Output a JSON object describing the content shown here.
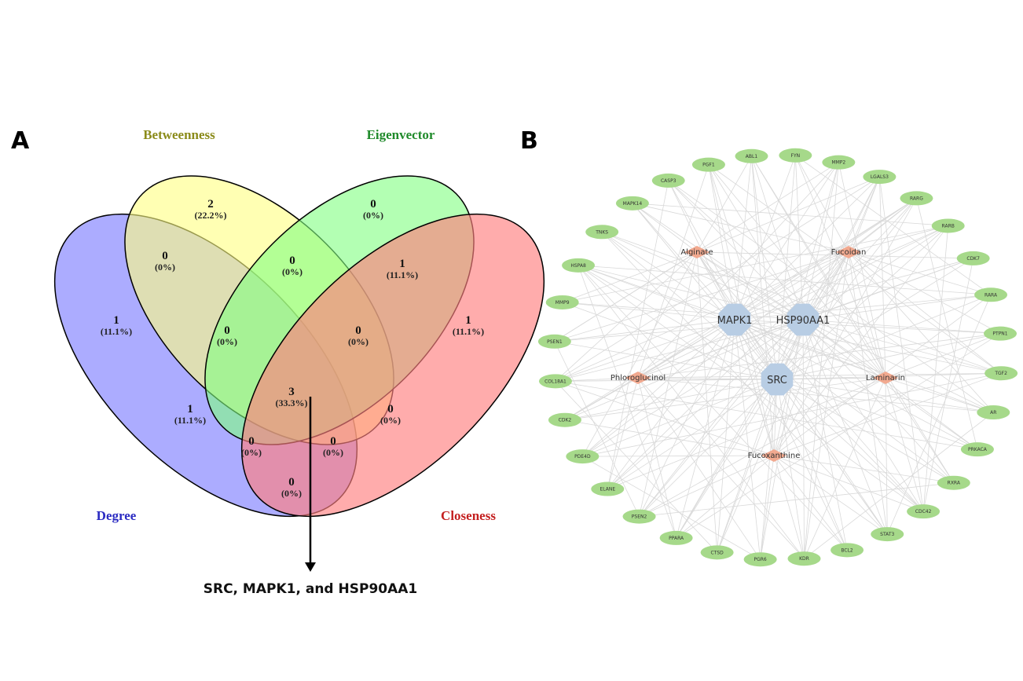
{
  "panels": {
    "a_label": "A",
    "b_label": "B"
  },
  "venn": {
    "sets": [
      {
        "name": "Degree",
        "color": "#2b2bc2",
        "fill": "#8080ff"
      },
      {
        "name": "Betweenness",
        "color": "#8b8b1a",
        "fill": "#ffff80"
      },
      {
        "name": "Eigenvector",
        "color": "#1f8a2a",
        "fill": "#80ff80"
      },
      {
        "name": "Closeness",
        "color": "#c42020",
        "fill": "#ff8080"
      }
    ],
    "regions": [
      {
        "id": "D_only",
        "sets": [
          "Degree"
        ],
        "count": "1",
        "percent": "(11.1%)"
      },
      {
        "id": "B_only",
        "sets": [
          "Betweenness"
        ],
        "count": "2",
        "percent": "(22.2%)"
      },
      {
        "id": "E_only",
        "sets": [
          "Eigenvector"
        ],
        "count": "0",
        "percent": "(0%)"
      },
      {
        "id": "C_only",
        "sets": [
          "Closeness"
        ],
        "count": "1",
        "percent": "(11.1%)"
      },
      {
        "id": "DB",
        "sets": [
          "Degree",
          "Betweenness"
        ],
        "count": "0",
        "percent": "(0%)"
      },
      {
        "id": "BE",
        "sets": [
          "Betweenness",
          "Eigenvector"
        ],
        "count": "0",
        "percent": "(0%)"
      },
      {
        "id": "EC",
        "sets": [
          "Eigenvector",
          "Closeness"
        ],
        "count": "1",
        "percent": "(11.1%)"
      },
      {
        "id": "DBE",
        "sets": [
          "Degree",
          "Betweenness",
          "Eigenvector"
        ],
        "count": "0",
        "percent": "(0%)"
      },
      {
        "id": "BEC",
        "sets": [
          "Betweenness",
          "Eigenvector",
          "Closeness"
        ],
        "count": "0",
        "percent": "(0%)"
      },
      {
        "id": "DE",
        "sets": [
          "Degree",
          "Eigenvector"
        ],
        "count": "1",
        "percent": "(11.1%)"
      },
      {
        "id": "DBEC",
        "sets": [
          "Degree",
          "Betweenness",
          "Eigenvector",
          "Closeness"
        ],
        "count": "3",
        "percent": "(33.3%)"
      },
      {
        "id": "BC",
        "sets": [
          "Betweenness",
          "Closeness"
        ],
        "count": "0",
        "percent": "(0%)"
      },
      {
        "id": "DEC",
        "sets": [
          "Degree",
          "Eigenvector",
          "Closeness"
        ],
        "count": "0",
        "percent": "(0%)"
      },
      {
        "id": "DBC",
        "sets": [
          "Degree",
          "Betweenness",
          "Closeness"
        ],
        "count": "0",
        "percent": "(0%)"
      },
      {
        "id": "DC",
        "sets": [
          "Degree",
          "Closeness"
        ],
        "count": "0",
        "percent": "(0%)"
      }
    ],
    "result": "SRC, MAPK1, and HSP90AA1"
  },
  "network": {
    "hubs": [
      "MAPK1",
      "HSP90AA1",
      "SRC"
    ],
    "hub_color": "#b8cde4",
    "compounds": [
      "Alginate",
      "Fucoidan",
      "Phloroglucinol",
      "Laminarin",
      "Fucoxanthine"
    ],
    "compound_color": "#f2a98f",
    "targets": [
      "PGF1",
      "ABL1",
      "FYN",
      "MMP2",
      "LGALS3",
      "RARG",
      "RARB",
      "CDK7",
      "RARA",
      "PTPN1",
      "TGF2",
      "AR",
      "PRKACA",
      "RXRA",
      "CDC42",
      "STAT3",
      "BCL2",
      "KDR",
      "PGR6",
      "CTSD",
      "PPARA",
      "PSEN2",
      "ELANE",
      "PDE4D",
      "CDK2",
      "COL18A1",
      "PSEN1",
      "MMP9",
      "HSPA8",
      "TNKS",
      "MAPK14",
      "CASP3"
    ],
    "target_color": "#a6d98a",
    "edge_color": "#d9d9d9"
  }
}
